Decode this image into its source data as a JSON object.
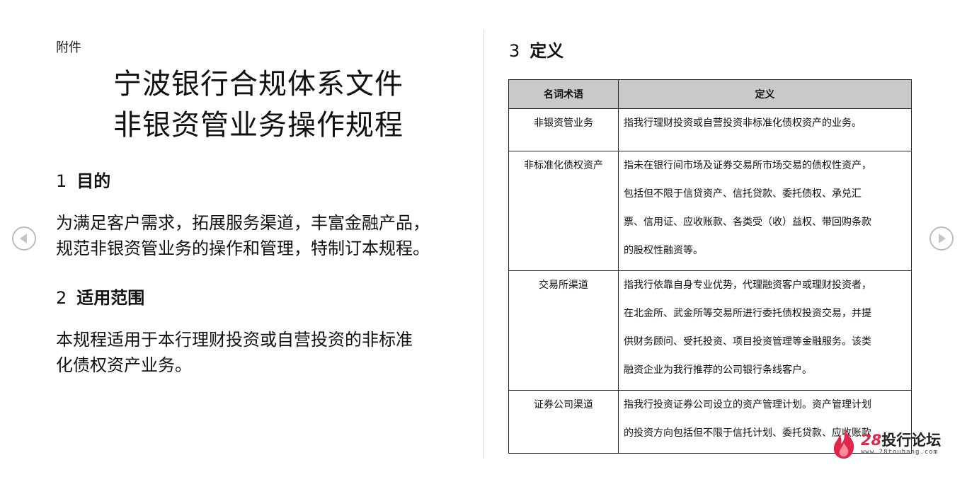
{
  "left_page": {
    "attachment_label": "附件",
    "title_line1": "宁波银行合规体系文件",
    "title_line2": "非银资管业务操作规程",
    "sections": [
      {
        "num": "1",
        "heading": "目的",
        "body_line1": "为满足客户需求，拓展服务渠道，丰富金融产品，",
        "body_line2": "规范非银资管业务的操作和管理，特制订本规程。"
      },
      {
        "num": "2",
        "heading": "适用范围",
        "body_line1": "本规程适用于本行理财投资或自营投资的非标准",
        "body_line2": "化债权资产业务。"
      }
    ]
  },
  "right_page": {
    "section_num": "3",
    "section_heading": "定义",
    "table": {
      "headers": [
        "名词术语",
        "定义"
      ],
      "rows": [
        {
          "term": "非银资管业务",
          "lines": [
            "指我行理财投资或自营投资非标准化债权资产的业务。"
          ]
        },
        {
          "term": "非标准化债权资产",
          "lines": [
            "指未在银行间市场及证券交易所市场交易的债权性资产，",
            "包括但不限于信贷资产、信托贷款、委托债权、承兑汇",
            "票、信用证、应收账款、各类受（收）益权、带回购条款",
            "的股权性融资等。"
          ]
        },
        {
          "term": "交易所渠道",
          "lines": [
            "指我行依靠自身专业优势，代理融资客户或理财投资者，",
            "在北金所、武金所等交易所进行委托债权投资交易，并提",
            "供财务顾问、受托投资、项目投资管理等金融服务。该类",
            "融资企业为我行推荐的公司银行条线客户。"
          ]
        },
        {
          "term": "证券公司渠道",
          "lines": [
            "指我行投资证券公司设立的资产管理计划。资产管理计划",
            "的投资方向包括但不限于信托计划、委托贷款、应收账款"
          ]
        }
      ]
    }
  },
  "watermark": {
    "brand_num": "28",
    "brand_text": "投行论坛",
    "url": "www.28touhang.com"
  },
  "colors": {
    "header_bg": "#c9c9c9",
    "brand_red": "#e0264a"
  },
  "icons": {
    "prev": "chevron-left-circle-icon",
    "next": "chevron-right-circle-icon",
    "logo": "flame-logo-icon"
  }
}
